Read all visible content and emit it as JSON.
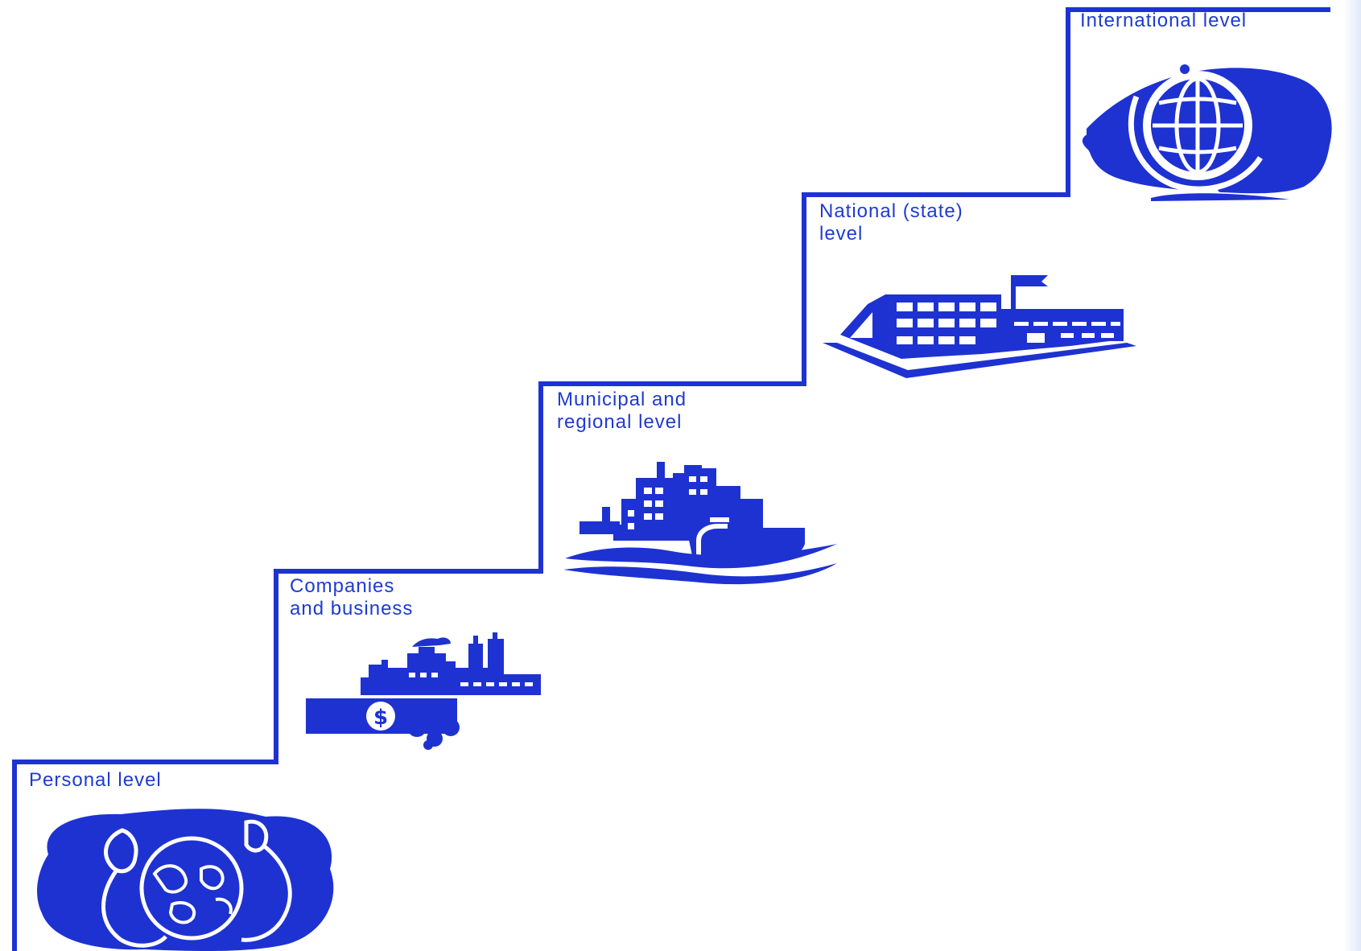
{
  "colors": {
    "accent": "#1e32d2"
  },
  "steps": [
    {
      "label": "Personal level",
      "icon": "hands-holding-earth-icon"
    },
    {
      "label": "Companies\nand business",
      "icon": "factory-with-money-icon"
    },
    {
      "label": "Municipal and\nregional level",
      "icon": "city-with-ship-icon"
    },
    {
      "label": "National (state)\nlevel",
      "icon": "government-building-icon"
    },
    {
      "label": "International level",
      "icon": "globe-icon"
    }
  ]
}
